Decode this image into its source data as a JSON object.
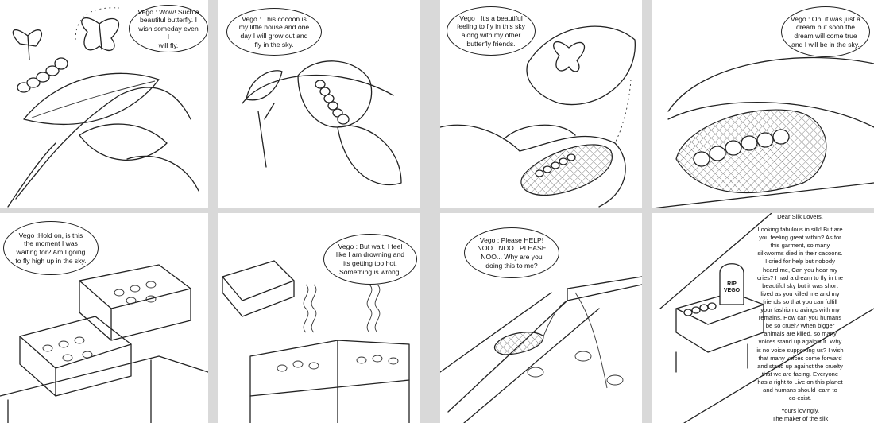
{
  "panels": [
    {
      "id": "p1",
      "dialogue": "Vego : Wow! Such a\nbeautiful butterfly. I\nwish someday even I\nwill fly."
    },
    {
      "id": "p2",
      "dialogue": "Vego : This cocoon is\nmy little house and one\nday I will grow out and\nfly in the sky."
    },
    {
      "id": "p3",
      "dialogue": "Vego : It's a beautiful\nfeeling to fly in this sky\nalong with my other\nbutterfly friends."
    },
    {
      "id": "p4",
      "dialogue": "Vego : Oh, it was just a\ndream but soon the\ndream will come true\nand I will be in the sky."
    },
    {
      "id": "p5",
      "dialogue": "Vego :Hold on, is this\nthe moment I was\nwaiting for? Am I going\nto fly high up in the sky."
    },
    {
      "id": "p6",
      "dialogue": "Vego : But wait, I feel\nlike I am drowning and\nits getting too hot.\nSomething is wrong."
    },
    {
      "id": "p7",
      "dialogue": "Vego : Please HELP!\nNOO.. NOO.. PLEASE\nNOO... Why are you\ndoing this to me?"
    },
    {
      "id": "p8",
      "tombstone": "RIP\nVEGO"
    }
  ],
  "letter": {
    "greeting": "Dear Silk Lovers,",
    "body": "Looking fabulous in silk! But are\nyou feeling great within? As for\nthis garment, so many\nsilkworms died in their cacoons.\nI cried for help but nobody\nheard me, Can you hear my\ncries? I had a dream to fly in the\nbeautiful sky but it was short\nlived as you killed me and my\nfriends so that you can fulfill\nyour fashion cravings with my\nremains. How can you humans\nbe so cruel? When bigger\nanimals are killed, so many\nvoices stand up against it. Why\nis no voice supporting us? I wish\nthat many voices come forward\nand stand up against the cruelty\nthat we are facing. Everyone\nhas a right to Live on this planet\nand humans should learn to\nco-exist.",
    "closing": "Yours lovingly,\nThe maker of the silk\nSilkworm."
  }
}
